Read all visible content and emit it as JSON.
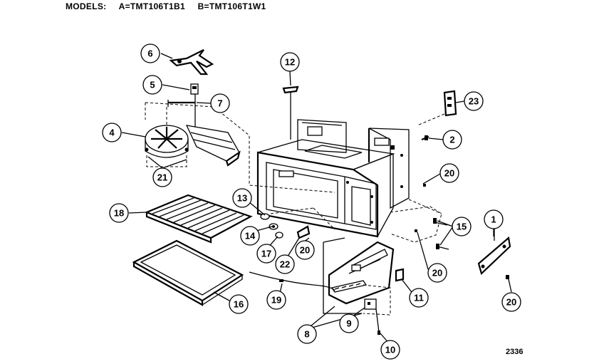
{
  "header": {
    "models_label": "MODELS:",
    "model_a": "A=TMT106T1B1",
    "model_b": "B=TMT106T1W1"
  },
  "figure_number": "2336",
  "callouts": [
    "1",
    "2",
    "4",
    "5",
    "6",
    "7",
    "8",
    "9",
    "10",
    "11",
    "12",
    "13",
    "14",
    "15",
    "16",
    "17",
    "18",
    "19",
    "20",
    "20",
    "20",
    "20",
    "20",
    "21",
    "22",
    "23"
  ]
}
